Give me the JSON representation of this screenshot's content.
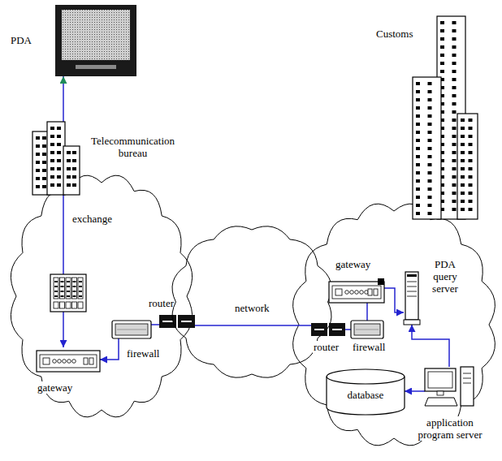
{
  "diagram": {
    "nodes": [
      {
        "text": [
          "PDA"
        ]
      },
      {
        "text": [
          "Telecommunication bureau"
        ]
      },
      {
        "text": [
          "Customs"
        ]
      },
      {
        "text": [
          "exchange"
        ]
      },
      {
        "text": [
          "router"
        ]
      },
      {
        "text": [
          "firewall"
        ]
      },
      {
        "text": [
          "gateway"
        ]
      },
      {
        "text": [
          "network"
        ]
      },
      {
        "text": [
          "gateway"
        ]
      },
      {
        "text": [
          "PDA query server"
        ]
      },
      {
        "text": [
          "router"
        ]
      },
      {
        "text": [
          "firewall"
        ]
      },
      {
        "text": [
          "database"
        ]
      },
      {
        "text": [
          "application program server"
        ]
      }
    ],
    "edges": [
      {
        "from": 3,
        "to": 1,
        "arrow": "none"
      },
      {
        "from": 1,
        "to": 0,
        "arrow": "to"
      },
      {
        "from": 3,
        "to": 6,
        "arrow": "to"
      },
      {
        "from": 5,
        "to": 6,
        "arrow": "to"
      },
      {
        "from": 4,
        "to": 5,
        "arrow": "none"
      },
      {
        "from": 4,
        "to": 10,
        "arrow": "none"
      },
      {
        "from": 10,
        "to": 11,
        "arrow": "none"
      },
      {
        "from": 11,
        "to": 8,
        "arrow": "none"
      },
      {
        "from": 8,
        "to": 9,
        "arrow": "to"
      },
      {
        "from": 13,
        "to": 9,
        "arrow": "to"
      },
      {
        "from": 13,
        "to": 12,
        "arrow": "to"
      }
    ]
  }
}
